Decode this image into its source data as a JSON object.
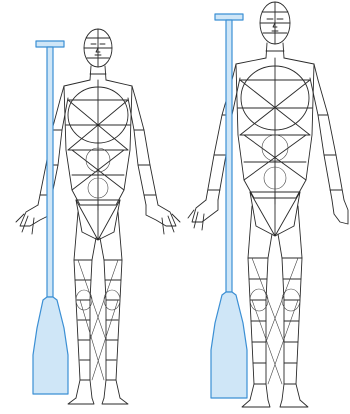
{
  "figure": {
    "figures": [
      {
        "name": "shorter-figure",
        "paddle": "shorter-paddle"
      },
      {
        "name": "taller-figure",
        "paddle": "taller-paddle"
      }
    ],
    "colors": {
      "paddle_fill": "#cfe6f7",
      "paddle_stroke": "#3b8fd4",
      "wireframe": "#2a2a2a",
      "background": "#ffffff"
    }
  }
}
